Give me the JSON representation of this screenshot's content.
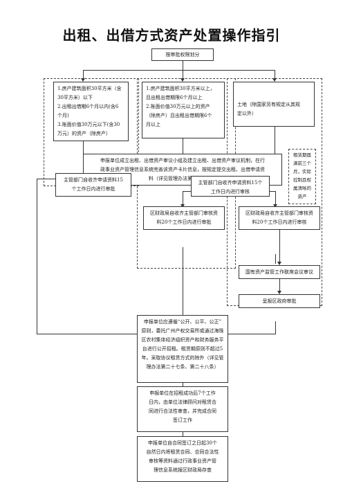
{
  "title": "出租、出借方式资产处置操作指引",
  "nodes": {
    "root": "按审批权限划分",
    "left_criteria": [
      "1.房产建筑面积30平方米（含",
      "30平方米）以下",
      "2.出租出借期6个月以内(含6",
      "个月)",
      "3.账面价值30万元以下(含30",
      "万元）的资产（除房产）"
    ],
    "middle_criteria": [
      "1.房产建筑面积30平方米以上，",
      "且出租出借期限6个月以上",
      "2.账面价值30万元以上的资产",
      "（除房产）且出租出借期限6个",
      "月以上"
    ],
    "right_criteria": [
      "土地（除国家另有规定从其规",
      "定以外）"
    ],
    "apply_box": [
      "申报单位成立出租、出借资产审议小组及建立出租、出借资产审议机制，在行",
      "政事业资产管理信息系统完善该资产卡片信息，按规定提交出租、出借申请资",
      "料（详见管理办法第二十九条）"
    ],
    "side_note": [
      "租赁期届",
      "满前三个",
      "月，实际",
      "控制且权",
      "属清晰的",
      "资产"
    ],
    "dept_review_left": [
      "主管部门自收齐申请资料15",
      "个工作日内进行审批"
    ],
    "dept_review_mid": [
      "主管部门自收齐申请资料15个",
      "工作日内进行审核"
    ],
    "finance_mid": [
      "区财政局自收齐主管部门审核资",
      "料20个工作日内进行审批"
    ],
    "finance_right": [
      "区财政局自收齐主管部门审核资",
      "料20个工作日内进行审核"
    ],
    "sasac": "国有资产监管工作联席会议审议",
    "gov": "呈报区政府审批",
    "public_bid": [
      "申报单位应遵循“公开、公平、公正”",
      "原则，委托广州产权交易所或通过海珠",
      "区农村集体经济组织资产和财务服务平",
      "台进行公开招租。租赁期原则不超过5",
      "年。采取协议租赁方式的除外（详见管",
      "理办法第二十七条、第二十八条）"
    ],
    "contract": [
      "申报单位在招租成功后7个工作",
      "日内，由单位法律顾问对租赁合",
      "同进行合法性审查，并完成合同",
      "签订工作"
    ],
    "filing": [
      "申报单位自合同签订之日起30个",
      "自然日内将租赁合同、合同合法性",
      "审核等资料通过行政事业资产管",
      "理信息系统报区财政局存查"
    ]
  }
}
